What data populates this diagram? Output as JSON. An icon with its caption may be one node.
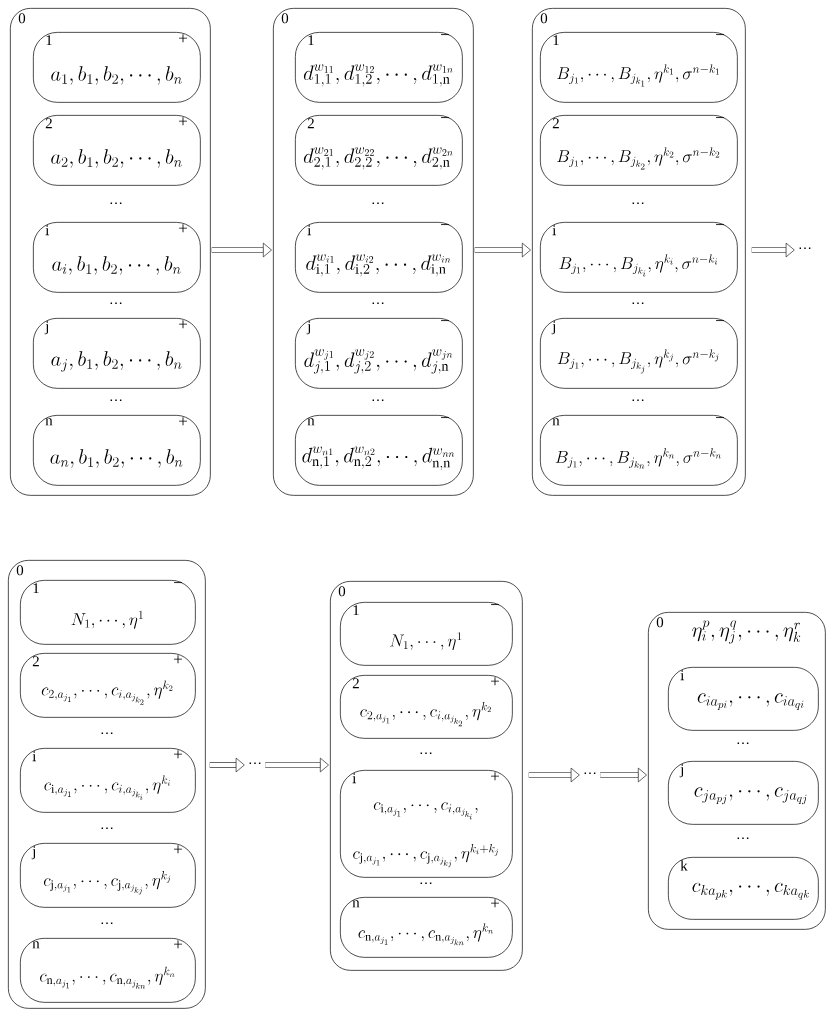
{
  "diagram": {
    "nodes": [
      {
        "text": [
          "0"
        ]
      },
      {
        "text": [
          "1",
          "+",
          "a_{1},b_{1},b_{2},\\cdots,b_{n}"
        ],
        "in": 0
      },
      {
        "text": [
          "2",
          "+",
          "a_{2},b_{1},b_{2},\\cdots,b_{n}"
        ],
        "in": 0
      },
      {
        "text": [
          "i",
          "+",
          "a_{i},b_{1},b_{2},\\cdots,b_{n}"
        ],
        "in": 0
      },
      {
        "text": [
          "j",
          "+",
          "a_{j},b_{1},b_{2},\\cdots,b_{n}"
        ],
        "in": 0
      },
      {
        "text": [
          "n",
          "+",
          "a_{n},b_{1},b_{2},\\cdots,b_{n}"
        ],
        "in": 0
      },
      {
        "text": [
          "0"
        ]
      },
      {
        "text": [
          "1",
          "−",
          "d_{1,1}^{w_{11}},d_{1,2}^{w_{12}},\\cdots,d_{1,\\mathrm{n}}^{w_{1n}}"
        ],
        "in": 6
      },
      {
        "text": [
          "2",
          "−",
          "d_{2,1}^{w_{21}},d_{2,2}^{w_{22}},\\cdots,d_{2,\\mathrm{n}}^{w_{2n}}"
        ],
        "in": 6
      },
      {
        "text": [
          "i",
          "−",
          "d_{\\mathrm{i},1}^{w_{i1}},d_{\\mathrm{i},2}^{w_{i2}},\\cdots,d_{\\mathrm{i},\\mathrm{n}}^{w_{in}}"
        ],
        "in": 6
      },
      {
        "text": [
          "j",
          "−",
          "d_{j,1}^{w_{j1}},d_{j,2}^{w_{j2}},\\cdots,d_{j,\\mathrm{n}}^{w_{jn}}"
        ],
        "in": 6
      },
      {
        "text": [
          "n",
          "−",
          "d_{\\mathrm{n},1}^{w_{n1}},d_{\\mathrm{n},2}^{w_{n2}},\\cdots,d_{\\mathrm{n},\\mathrm{n}}^{w_{nn}}"
        ],
        "in": 6
      },
      {
        "text": [
          "0"
        ]
      },
      {
        "text": [
          "1",
          "−",
          "B_{j_{1}},\\cdots,B_{j_{k_{1}}},\\eta^{k_{1}},\\sigma^{n-k_{1}}"
        ],
        "in": 12
      },
      {
        "text": [
          "2",
          "−",
          "B_{j_{1}},\\cdots,B_{j_{k_{2}}},\\eta^{k_{2}},\\sigma^{n-k_{2}}"
        ],
        "in": 12
      },
      {
        "text": [
          "i",
          "−",
          "B_{j_{1}},\\cdots,B_{j_{k_{i}}},\\eta^{k_{i}},\\sigma^{n-k_{i}}"
        ],
        "in": 12
      },
      {
        "text": [
          "j",
          "−",
          "B_{j_{1}},\\cdots,B_{j_{k_{j}}},\\eta^{k_{j}},\\sigma^{n-k_{j}}"
        ],
        "in": 12
      },
      {
        "text": [
          "n",
          "−",
          "B_{j_{1}},\\cdots,B_{j_{k_{n}}},\\eta^{k_{n}},\\sigma^{n-k_{n}}"
        ],
        "in": 12
      },
      {
        "text": [
          "⋯"
        ]
      },
      {
        "text": [
          "0"
        ]
      },
      {
        "text": [
          "1",
          "−",
          "N_{1},\\cdots,\\eta^{1}"
        ],
        "in": 19
      },
      {
        "text": [
          "2",
          "+",
          "c_{2,a_{j_{1}}},\\cdots,c_{i,a_{j_{k_{2}}}},\\eta^{k_{2}}"
        ],
        "in": 19
      },
      {
        "text": [
          "i",
          "+",
          "c_{\\mathrm{i},a_{j_{1}}},\\cdots,c_{i,a_{j_{k_{i}}}},\\eta^{k_{i}}"
        ],
        "in": 19
      },
      {
        "text": [
          "j",
          "+",
          "c_{\\mathrm{j},a_{j_{1}}},\\cdots,c_{\\mathrm{j},a_{j_{kj}}},\\eta^{k_{j}}"
        ],
        "in": 19
      },
      {
        "text": [
          "n",
          "+",
          "c_{\\mathrm{n},a_{j_{1}}},\\cdots,c_{\\mathrm{n},a_{j_{kn}}},\\eta^{k_{n}}"
        ],
        "in": 19
      },
      {
        "text": [
          "⋯"
        ]
      },
      {
        "text": [
          "0"
        ]
      },
      {
        "text": [
          "1",
          "−",
          "N_{1},\\cdots,\\eta^{1}"
        ],
        "in": 26
      },
      {
        "text": [
          "2",
          "+",
          "c_{2,a_{j_{1}}},\\cdots,c_{i,a_{j_{k_{2}}}},\\eta^{k_{2}}"
        ],
        "in": 26
      },
      {
        "text": [
          "i",
          "+",
          "c_{\\mathrm{i},a_{j_{1}}},\\cdots,c_{i,a_{j_{k_{i}}}},",
          "c_{\\mathrm{j},a_{j_{1}}},\\cdots,c_{\\mathrm{j},a_{j_{kj}}},\\eta^{k_{i}+k_{j}}"
        ],
        "in": 26
      },
      {
        "text": [
          "n",
          "+",
          "c_{\\mathrm{n},a_{j_{1}}},\\cdots,c_{\\mathrm{n},a_{j_{kn}}},\\eta^{k_{n}}"
        ],
        "in": 26
      },
      {
        "text": [
          "⋯"
        ]
      },
      {
        "text": [
          "0",
          "\\eta_{i}^{p},\\eta_{j}^{q},\\cdots,\\eta_{k}^{r}"
        ]
      },
      {
        "text": [
          "i",
          "c_{ia_{pi}},\\cdots,c_{ia_{qi}}"
        ],
        "in": 32
      },
      {
        "text": [
          "j",
          "c_{ja_{pj}},\\cdots,c_{ja_{qj}}"
        ],
        "in": 32
      },
      {
        "text": [
          "k",
          "c_{ka_{pk}},\\cdots,c_{ka_{qk}}"
        ],
        "in": 32
      }
    ],
    "edges": [
      {
        "from": 0,
        "to": 6,
        "arrow": "to"
      },
      {
        "from": 6,
        "to": 12,
        "arrow": "to"
      },
      {
        "from": 12,
        "to": 18,
        "arrow": "to"
      },
      {
        "from": 19,
        "to": 25,
        "arrow": "to"
      },
      {
        "from": 25,
        "to": 26,
        "arrow": "to"
      },
      {
        "from": 26,
        "to": 31,
        "arrow": "to"
      },
      {
        "from": 31,
        "to": 32,
        "arrow": "to"
      }
    ],
    "labels": [
      "⋯",
      "⋯",
      "⋯",
      "⋯",
      "⋯",
      "⋯",
      "⋯",
      "⋯",
      "⋯",
      "⋯",
      "⋯",
      "⋯",
      "⋯",
      "⋯",
      "⋯",
      "⋯"
    ]
  }
}
